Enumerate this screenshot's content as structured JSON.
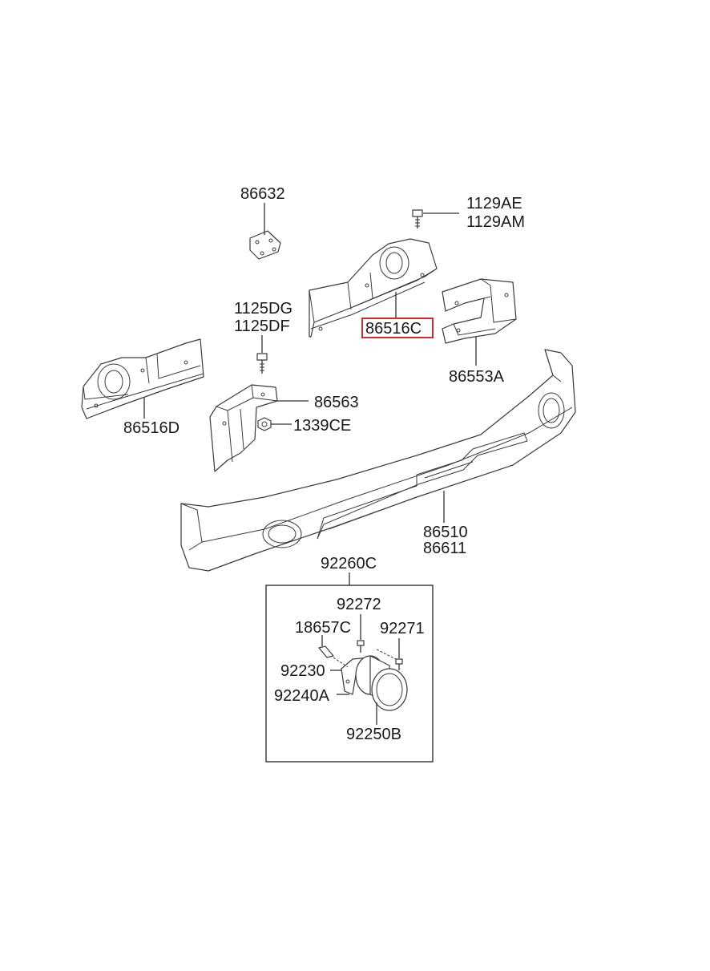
{
  "labels": {
    "p86632": "86632",
    "p1129AE": "1129AE",
    "p1129AM": "1129AM",
    "p1125DG": "1125DG",
    "p1125DF": "1125DF",
    "p86516C": "86516C",
    "p86553A": "86553A",
    "p86563": "86563",
    "p1339CE": "1339CE",
    "p86516D": "86516D",
    "p86510": "86510",
    "p86611": "86611",
    "p92260C": "92260C",
    "p92272": "92272",
    "p18657C": "18657C",
    "p92271": "92271",
    "p92230": "92230",
    "p92240A": "92240A",
    "p92250B": "92250B"
  },
  "highlight": {
    "part": "86516C",
    "color": "#d62a2a"
  }
}
